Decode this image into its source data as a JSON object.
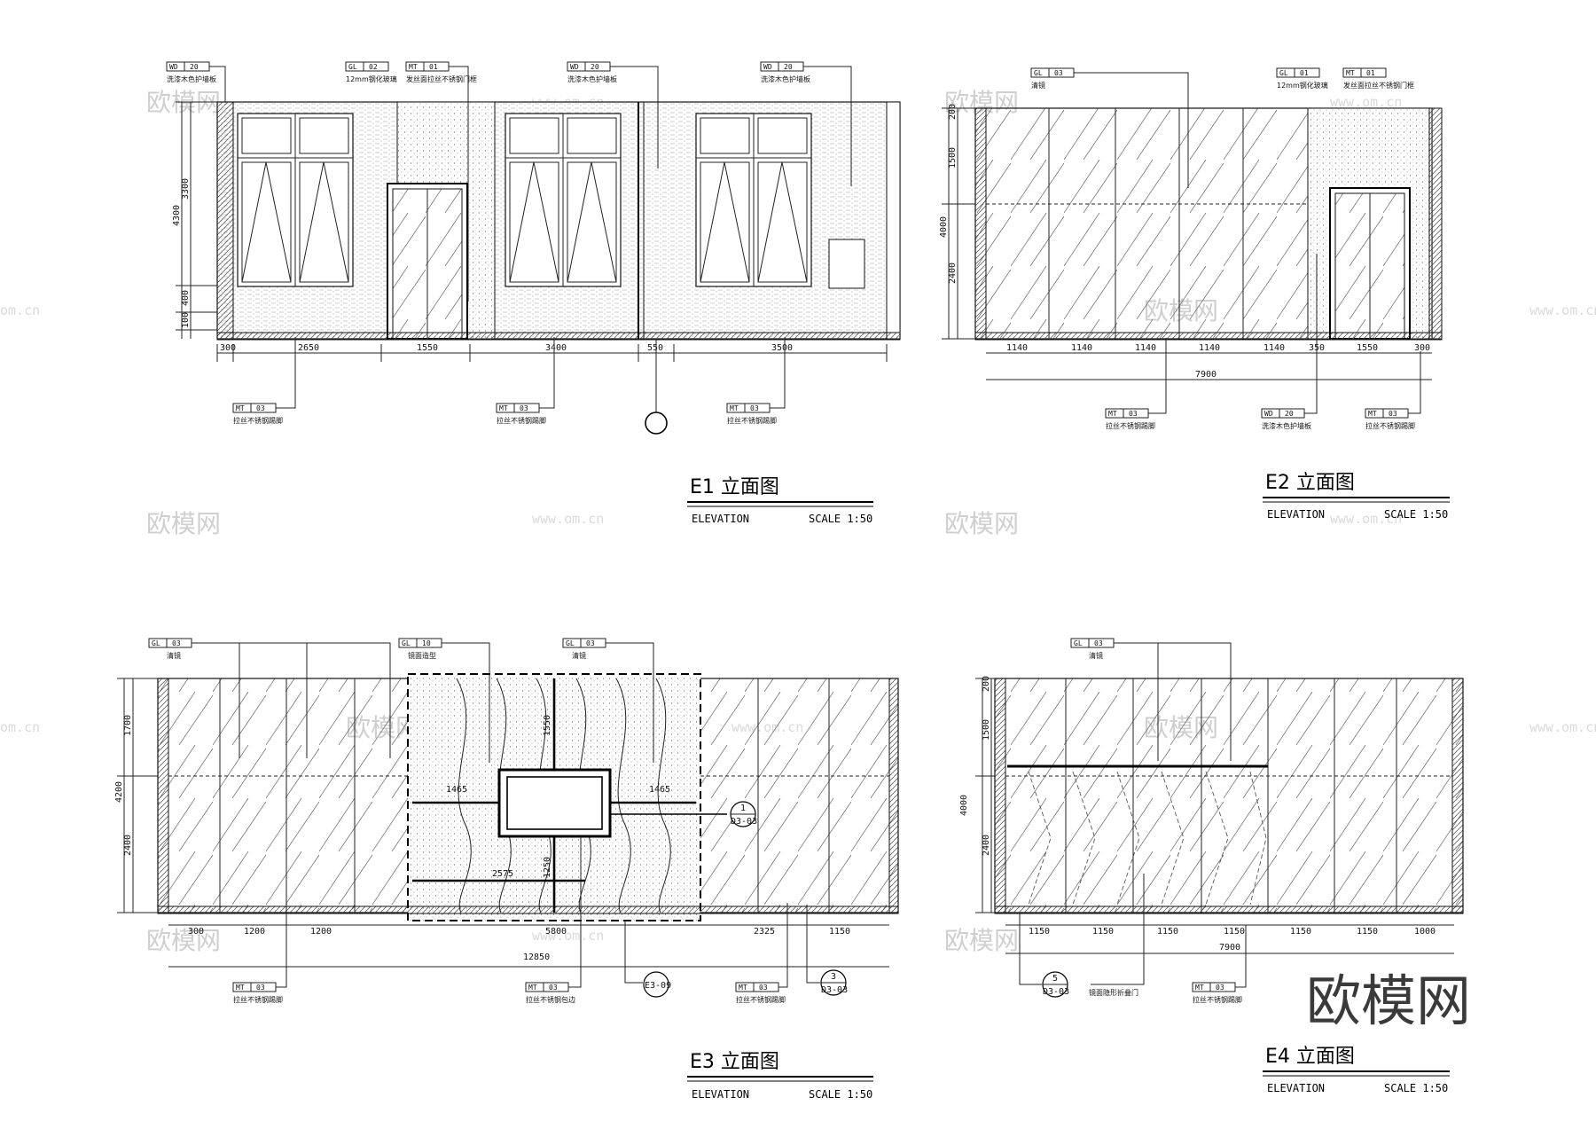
{
  "watermark": {
    "logo_text": "欧模网",
    "site_url": "www.om.cn",
    "edge_url": "om.cn"
  },
  "elevations": [
    {
      "id": "E1",
      "title": "E1 立面图",
      "subtitle": "ELEVATION",
      "scale": "SCALE 1:50",
      "tags_top": [
        {
          "code": "WD",
          "num": "20",
          "note": "洗漆木色护墙板"
        },
        {
          "code": "GL",
          "num": "02",
          "note": "12mm钢化玻璃"
        },
        {
          "code": "MT",
          "num": "01",
          "note": "发丝面拉丝不锈钢门框"
        },
        {
          "code": "WD",
          "num": "20",
          "note": "洗漆木色护墙板"
        },
        {
          "code": "WD",
          "num": "20",
          "note": "洗漆木色护墙板"
        }
      ],
      "tags_bottom": [
        {
          "code": "MT",
          "num": "03",
          "note": "拉丝不锈钢踢脚"
        },
        {
          "code": "MT",
          "num": "03",
          "note": "拉丝不锈钢踢脚"
        },
        {
          "code": "MT",
          "num": "03",
          "note": "拉丝不锈钢踢脚"
        }
      ],
      "dims_bottom": [
        "300",
        "2650",
        "1550",
        "3400",
        "550",
        "3500"
      ],
      "dims_left": [
        "4300",
        "3300",
        "400",
        "100"
      ],
      "section_marker": ""
    },
    {
      "id": "E2",
      "title": "E2 立面图",
      "subtitle": "ELEVATION",
      "scale": "SCALE 1:50",
      "tags_top": [
        {
          "code": "GL",
          "num": "03",
          "note": "清镜"
        },
        {
          "code": "GL",
          "num": "01",
          "note": "12mm钢化玻璃"
        },
        {
          "code": "MT",
          "num": "01",
          "note": "发丝面拉丝不锈钢门框"
        }
      ],
      "tags_bottom": [
        {
          "code": "MT",
          "num": "03",
          "note": "拉丝不锈钢踢脚"
        },
        {
          "code": "WD",
          "num": "20",
          "note": "洗漆木色护墙板"
        },
        {
          "code": "MT",
          "num": "03",
          "note": "拉丝不锈钢踢脚"
        }
      ],
      "dims_bottom": [
        "1140",
        "1140",
        "1140",
        "1140",
        "1140",
        "350",
        "1550",
        "300"
      ],
      "dims_total": "7900",
      "dims_left": [
        "4000",
        "200",
        "1500",
        "2400"
      ]
    },
    {
      "id": "E3",
      "title": "E3 立面图",
      "subtitle": "ELEVATION",
      "scale": "SCALE 1:50",
      "tags_top": [
        {
          "code": "GL",
          "num": "03",
          "note": "清镜"
        },
        {
          "code": "GL",
          "num": "10",
          "note": "镜面造型"
        },
        {
          "code": "GL",
          "num": "03",
          "note": "清镜"
        }
      ],
      "tags_bottom": [
        {
          "code": "MT",
          "num": "03",
          "note": "拉丝不锈钢踢脚"
        },
        {
          "code": "MT",
          "num": "03",
          "note": "拉丝不锈钢包边"
        },
        {
          "code": "MT",
          "num": "03",
          "note": "拉丝不锈钢踢脚"
        }
      ],
      "dims_bottom": [
        "300",
        "1200",
        "1200",
        "5800",
        "2325",
        "1150"
      ],
      "dims_total": "12850",
      "dims_left": [
        "4200",
        "1700",
        "2400"
      ],
      "inner_dims": [
        "1465",
        "1465",
        "1550",
        "2575",
        "1250"
      ],
      "callouts": [
        {
          "num": "1",
          "ref": "D3-03"
        },
        {
          "num": "3",
          "ref": "D3-03"
        },
        {
          "num": "",
          "ref": "E3-09"
        }
      ]
    },
    {
      "id": "E4",
      "title": "E4 立面图",
      "subtitle": "ELEVATION",
      "scale": "SCALE 1:50",
      "tags_top": [
        {
          "code": "GL",
          "num": "03",
          "note": "清镜"
        }
      ],
      "tags_bottom": [
        {
          "code": "MT",
          "num": "03",
          "note": "拉丝不锈钢踢脚"
        }
      ],
      "note_door": "镜面隐形折叠门",
      "dims_bottom": [
        "1150",
        "1150",
        "1150",
        "1150",
        "1150",
        "1150",
        "1000"
      ],
      "dims_total": "7900",
      "dims_left": [
        "4000",
        "200",
        "1500",
        "2400"
      ],
      "callouts": [
        {
          "num": "5",
          "ref": "D3-03"
        }
      ]
    }
  ],
  "colors": {
    "ink": "#111111",
    "watermark": "#cfcfcf",
    "logo": "#3a3a3a"
  }
}
